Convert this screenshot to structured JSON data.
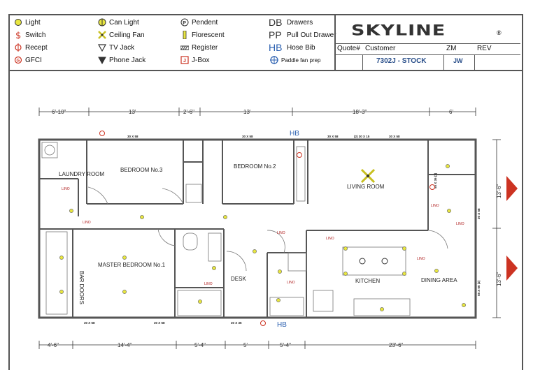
{
  "legend": {
    "col1": [
      "Light",
      "Switch",
      "Recept",
      "GFCI"
    ],
    "col2": [
      "Can Light",
      "Ceiling Fan",
      "TV Jack",
      "Phone Jack"
    ],
    "col3": [
      "Pendent",
      "Florescent",
      "Register",
      "J-Box"
    ],
    "col4": [
      "Drawers",
      "Pull Out Drawer",
      "Hose Bib",
      "Paddle fan prep"
    ],
    "col4_codes": [
      "DB",
      "PP",
      "HB",
      ""
    ]
  },
  "titleblock": {
    "logo": "SKYLINE",
    "logo_mark": "®",
    "headers": [
      "Quote#",
      "Customer",
      "ZM",
      "REV"
    ],
    "model": "7302J - STOCK",
    "initials": "JW"
  },
  "dims_top": [
    "6'-10\"",
    "13'",
    "2'-6\"",
    "13'",
    "18'-3\"",
    "6'"
  ],
  "dims_bottom": [
    "4'-6\"",
    "14'-4\"",
    "5'-4\"",
    "5'",
    "5'-4\"",
    "23'-6\""
  ],
  "dims_right": [
    "13'-6\"",
    "13'-6\""
  ],
  "rooms": {
    "laundry": "LAUNDRY ROOM",
    "bedroom3": "BEDROOM No.3",
    "bedroom2": "BEDROOM No.2",
    "living": "LIVING ROOM",
    "master": "MASTER BEDROOM No.1",
    "desk": "DESK",
    "kitchen": "KITCHEN",
    "dining": "DINING AREA",
    "bar_doors": "BAR DOORS"
  },
  "windows": [
    "30 X 58",
    "30 X 58",
    "30 X 58",
    "(2) 30 X 15",
    "30 X 58",
    "30 X 58",
    "30 X 58",
    "30 X 36",
    "55 X 36 (2)",
    "30 X 58",
    "55 X 60 (2)"
  ],
  "floor_label": "LINO",
  "hose_bib": "HB",
  "colors": {
    "accent_red": "#cc3322",
    "hb_blue": "#2a5fb0",
    "wall": "#555555"
  }
}
